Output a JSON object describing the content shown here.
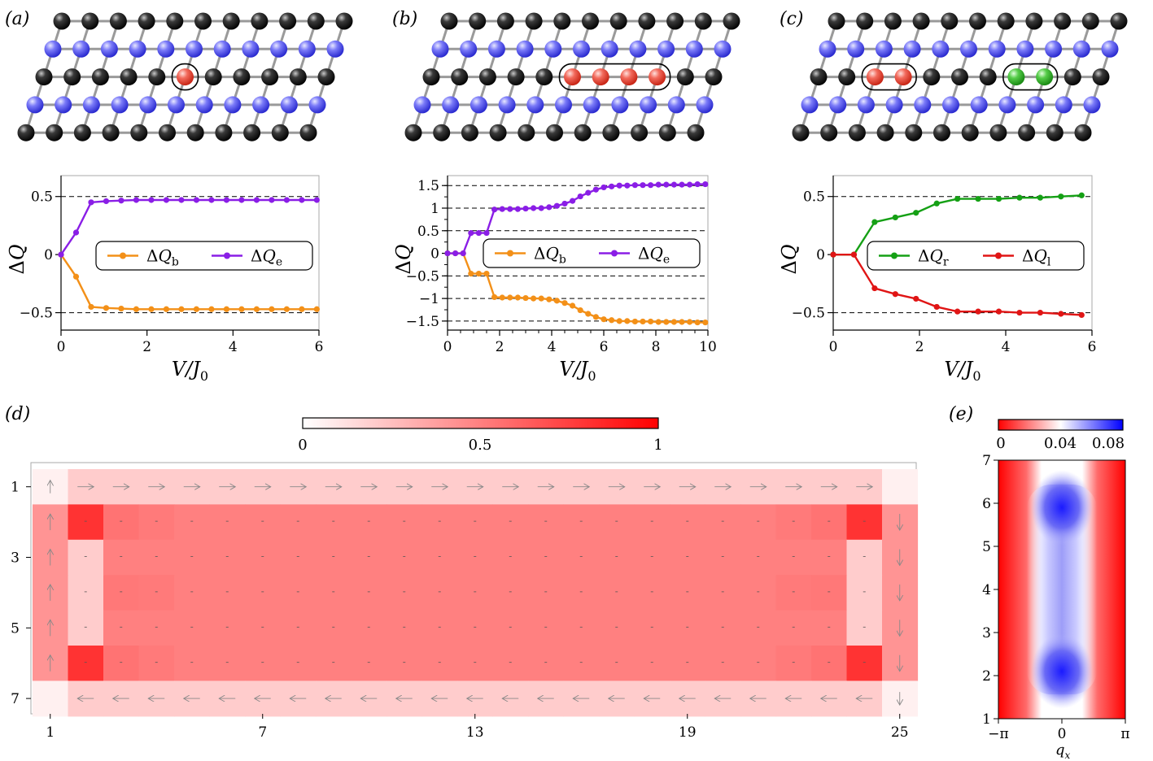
{
  "colors": {
    "black_atom": "#1a1a1a",
    "blue_atom": "#6f6ff5",
    "red_atom": "#f0584e",
    "green_atom": "#3dbb3d",
    "orange": "#f39018",
    "purple": "#8a1ee6",
    "green": "#15a015",
    "red": "#e01515",
    "bond": "#9a9a9a"
  },
  "panel_labels": {
    "a": "(a)",
    "b": "(b)",
    "c": "(c)",
    "d": "(d)",
    "e": "(e)"
  },
  "lattices": [
    {
      "marked_sites": [
        [
          2,
          5
        ]
      ],
      "mark_color": "red",
      "boxes": [
        [
          [
            2,
            5
          ],
          [
            2,
            5
          ]
        ]
      ]
    },
    {
      "marked_sites": [
        [
          2,
          5
        ],
        [
          2,
          6
        ],
        [
          2,
          7
        ],
        [
          2,
          8
        ]
      ],
      "mark_color": "red",
      "boxes": [
        [
          [
            2,
            5
          ],
          [
            2,
            8
          ]
        ]
      ]
    },
    {
      "marked_sites": [
        [
          2,
          2
        ],
        [
          2,
          3
        ],
        [
          2,
          7
        ],
        [
          2,
          8
        ]
      ],
      "mark_color": "mixed",
      "site_colors": [
        "red",
        "red",
        "green",
        "green"
      ],
      "boxes": [
        [
          [
            2,
            2
          ],
          [
            2,
            3
          ]
        ],
        [
          [
            2,
            7
          ],
          [
            2,
            8
          ]
        ]
      ]
    }
  ],
  "chart_data": [
    {
      "id": "a",
      "type": "line",
      "xlabel": "V/J0",
      "ylabel": "ΔQ",
      "xlim": [
        0,
        6
      ],
      "ylim": [
        -0.65,
        0.68
      ],
      "xticks": [
        0,
        2,
        4,
        6
      ],
      "xtick_labels": [
        "0",
        "2",
        "4",
        "6"
      ],
      "yticks": [
        -0.5,
        0,
        0.5
      ],
      "ytick_labels": [
        "−0.5",
        "0",
        "0.5"
      ],
      "dashed_lines": [
        -0.5,
        0.5
      ],
      "legend": {
        "placement": "center-right",
        "entries": [
          "ΔQb",
          "ΔQe"
        ]
      },
      "x": [
        0,
        0.35,
        0.7,
        1.05,
        1.4,
        1.75,
        2.1,
        2.45,
        2.8,
        3.15,
        3.5,
        3.85,
        4.2,
        4.55,
        4.9,
        5.25,
        5.6,
        5.95
      ],
      "series": [
        {
          "name": "ΔQb",
          "color": "orange",
          "values": [
            0,
            -0.19,
            -0.45,
            -0.46,
            -0.465,
            -0.47,
            -0.47,
            -0.47,
            -0.47,
            -0.47,
            -0.47,
            -0.47,
            -0.47,
            -0.47,
            -0.47,
            -0.47,
            -0.47,
            -0.47
          ]
        },
        {
          "name": "ΔQe",
          "color": "purple",
          "values": [
            0,
            0.19,
            0.45,
            0.46,
            0.465,
            0.47,
            0.47,
            0.47,
            0.47,
            0.47,
            0.47,
            0.47,
            0.47,
            0.47,
            0.47,
            0.47,
            0.47,
            0.47
          ]
        }
      ]
    },
    {
      "id": "b",
      "type": "line",
      "xlabel": "V/J0",
      "ylabel": "ΔQ",
      "xlim": [
        0,
        10
      ],
      "ylim": [
        -1.7,
        1.72
      ],
      "xticks": [
        0,
        2,
        4,
        6,
        8,
        10
      ],
      "xtick_labels": [
        "0",
        "2",
        "4",
        "6",
        "8",
        "10"
      ],
      "yticks": [
        -1.5,
        -1,
        -0.5,
        0,
        0.5,
        1,
        1.5
      ],
      "ytick_labels": [
        "−1.5",
        "−1",
        "−0.5",
        "0",
        "0.5",
        "1",
        "1.5"
      ],
      "dashed_lines": [
        -1.5,
        -1,
        -0.5,
        0.5,
        1,
        1.5
      ],
      "legend": {
        "placement": "center-right",
        "entries": [
          "ΔQb",
          "ΔQe"
        ]
      },
      "x": [
        0,
        0.3,
        0.6,
        0.9,
        1.2,
        1.5,
        1.8,
        2.1,
        2.4,
        2.7,
        3.0,
        3.3,
        3.6,
        3.9,
        4.2,
        4.5,
        4.8,
        5.1,
        5.4,
        5.7,
        6.0,
        6.3,
        6.6,
        6.9,
        7.2,
        7.5,
        7.8,
        8.1,
        8.4,
        8.7,
        9.0,
        9.3,
        9.6,
        9.9
      ],
      "series": [
        {
          "name": "ΔQb",
          "color": "orange",
          "values": [
            0,
            0,
            0,
            -0.45,
            -0.45,
            -0.45,
            -0.97,
            -0.98,
            -0.98,
            -0.98,
            -0.99,
            -1.0,
            -1.0,
            -1.02,
            -1.05,
            -1.1,
            -1.16,
            -1.26,
            -1.34,
            -1.41,
            -1.46,
            -1.48,
            -1.5,
            -1.5,
            -1.51,
            -1.51,
            -1.51,
            -1.52,
            -1.52,
            -1.52,
            -1.52,
            -1.52,
            -1.53,
            -1.53
          ]
        },
        {
          "name": "ΔQe",
          "color": "purple",
          "values": [
            0,
            0,
            0,
            0.45,
            0.45,
            0.45,
            0.97,
            0.98,
            0.98,
            0.98,
            0.99,
            1.0,
            1.0,
            1.02,
            1.05,
            1.1,
            1.16,
            1.26,
            1.34,
            1.41,
            1.46,
            1.48,
            1.5,
            1.5,
            1.51,
            1.51,
            1.51,
            1.52,
            1.52,
            1.52,
            1.52,
            1.52,
            1.53,
            1.53
          ]
        }
      ]
    },
    {
      "id": "c",
      "type": "line",
      "xlabel": "V/J0",
      "ylabel": "ΔQ",
      "xlim": [
        0,
        6
      ],
      "ylim": [
        -0.65,
        0.68
      ],
      "xticks": [
        0,
        2,
        4,
        6
      ],
      "xtick_labels": [
        "0",
        "2",
        "4",
        "6"
      ],
      "yticks": [
        -0.5,
        0,
        0.5
      ],
      "ytick_labels": [
        "−0.5",
        "0",
        "0.5"
      ],
      "dashed_lines": [
        -0.5,
        0.5
      ],
      "legend": {
        "placement": "center-right",
        "entries": [
          "ΔQr",
          "ΔQl"
        ]
      },
      "x": [
        0,
        0.48,
        0.96,
        1.44,
        1.92,
        2.4,
        2.88,
        3.36,
        3.84,
        4.32,
        4.8,
        5.28,
        5.76
      ],
      "series": [
        {
          "name": "ΔQr",
          "color": "green",
          "values": [
            0,
            0,
            0.28,
            0.32,
            0.36,
            0.44,
            0.48,
            0.48,
            0.48,
            0.49,
            0.49,
            0.5,
            0.51
          ]
        },
        {
          "name": "ΔQl",
          "color": "red",
          "values": [
            0,
            0,
            -0.29,
            -0.34,
            -0.38,
            -0.45,
            -0.49,
            -0.49,
            -0.49,
            -0.5,
            -0.5,
            -0.51,
            -0.52
          ]
        }
      ]
    },
    {
      "id": "d",
      "type": "heatmap",
      "colorbar": {
        "range": [
          0,
          1
        ],
        "ticks": [
          "0",
          "0.5",
          "1"
        ]
      },
      "xtick_labels": [
        "1",
        "7",
        "13",
        "19",
        "25"
      ],
      "ytick_labels": [
        "1",
        "3",
        "5",
        "7"
      ],
      "rows": 7,
      "cols": 25,
      "row_levels": [
        0.2,
        0.55,
        0.5,
        0.53,
        0.5,
        0.55,
        0.2
      ],
      "col_levels": [
        0.14,
        0.2,
        0.55,
        0.52,
        0.5,
        0.5,
        0.5,
        0.5,
        0.5,
        0.5,
        0.5,
        0.5,
        0.5,
        0.5,
        0.5,
        0.5,
        0.5,
        0.5,
        0.5,
        0.5,
        0.5,
        0.52,
        0.55,
        0.2,
        0.14
      ],
      "corner_values": 0.8,
      "arrows": {
        "top": "right",
        "right": "down",
        "bottom": "left",
        "left": "up"
      }
    },
    {
      "id": "e",
      "type": "heatmap",
      "xlabel": "qx",
      "colorbar": {
        "range": [
          0,
          0.08
        ],
        "ticks": [
          "0",
          "0.04",
          "0.08"
        ]
      },
      "xtick_labels": [
        "−π",
        "0",
        "π"
      ],
      "ytick_labels": [
        "1",
        "2",
        "3",
        "4",
        "5",
        "6",
        "7"
      ],
      "ylim": [
        1,
        7
      ],
      "blue_peaks": [
        {
          "q": 0,
          "y": 2.1,
          "level": 0.08
        },
        {
          "q": 0,
          "y": 5.9,
          "level": 0.08
        }
      ]
    }
  ]
}
